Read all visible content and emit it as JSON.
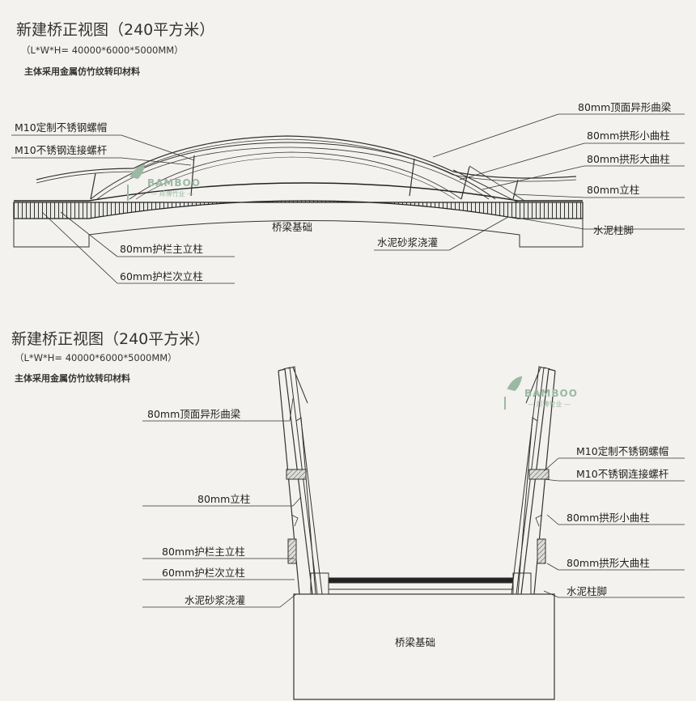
{
  "top": {
    "title": "新建桥正视图（240平方米）",
    "dims": "（L*W*H= 40000*6000*5000MM）",
    "material": "主体采用金属仿竹纹转印材料",
    "labels": {
      "m10_cap": "M10定制不锈钢螺帽",
      "m10_bolt": "M10不锈钢连接螺杆",
      "top_beam": "80mm顶面异形曲梁",
      "small_arch": "80mm拱形小曲柱",
      "big_arch": "80mm拱形大曲柱",
      "post": "80mm立柱",
      "base_name": "桥梁基础",
      "cement_foot": "水泥柱脚",
      "grout": "水泥砂浆浇灌",
      "main_rail": "80mm护栏主立柱",
      "sub_rail": "60mm护栏次立柱"
    }
  },
  "bottom": {
    "title": "新建桥正视图（240平方米）",
    "dims": "（L*W*H= 40000*6000*5000MM）",
    "material": "主体采用金属仿竹纹转印材料",
    "labels": {
      "top_beam": "80mm顶面异形曲梁",
      "post": "80mm立柱",
      "main_rail": "80mm护栏主立柱",
      "sub_rail": "60mm护栏次立柱",
      "grout": "水泥砂浆浇灌",
      "m10_cap": "M10定制不锈钢螺帽",
      "m10_bolt": "M10不锈钢连接螺杆",
      "small_arch": "80mm拱形小曲柱",
      "big_arch": "80mm拱形大曲柱",
      "cement_foot": "水泥柱脚",
      "base_name": "桥梁基础"
    }
  },
  "logo": {
    "brand": "BAMBOO",
    "sub": "— 邦博竹业 —"
  },
  "colors": {
    "line": "#333333",
    "logo": "#9bb9a2",
    "bg": "#f3f2ee"
  }
}
